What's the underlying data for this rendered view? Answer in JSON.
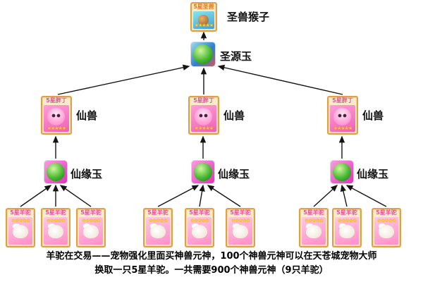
{
  "stars": "★★★★★",
  "tree": {
    "root": {
      "card_title": "5星圣兽",
      "label": "圣兽猴子"
    },
    "holy_jade_label": "圣源玉",
    "branches": [
      {
        "beast_card_title": "5星胖丁",
        "beast_label": "仙兽",
        "jade_label": "仙缘玉",
        "alpacas": [
          {
            "title": "5星羊驼"
          },
          {
            "title": "5星羊驼"
          },
          {
            "title": "5星羊驼"
          }
        ]
      },
      {
        "beast_card_title": "5星胖丁",
        "beast_label": "仙兽",
        "jade_label": "仙缘玉",
        "alpacas": [
          {
            "title": "5星羊驼"
          },
          {
            "title": "5星羊驼"
          },
          {
            "title": "5星羊驼"
          }
        ]
      },
      {
        "beast_card_title": "5星胖丁",
        "beast_label": "仙兽",
        "jade_label": "仙缘玉",
        "alpacas": [
          {
            "title": "5星羊驼"
          },
          {
            "title": "5星羊驼"
          },
          {
            "title": "5星羊驼"
          }
        ]
      }
    ]
  },
  "footer": {
    "line1": "羊驼在交易——宠物强化里面买神兽元神，100个神兽元神可以在天苍城宠物大师",
    "line2": "换取一只5星羊驼。一共需要900个神兽元神（9只羊驼）"
  },
  "colors": {
    "card_border": "#dfa049",
    "jade_green": "#49b832",
    "accent_pink": "#e04fa0"
  }
}
